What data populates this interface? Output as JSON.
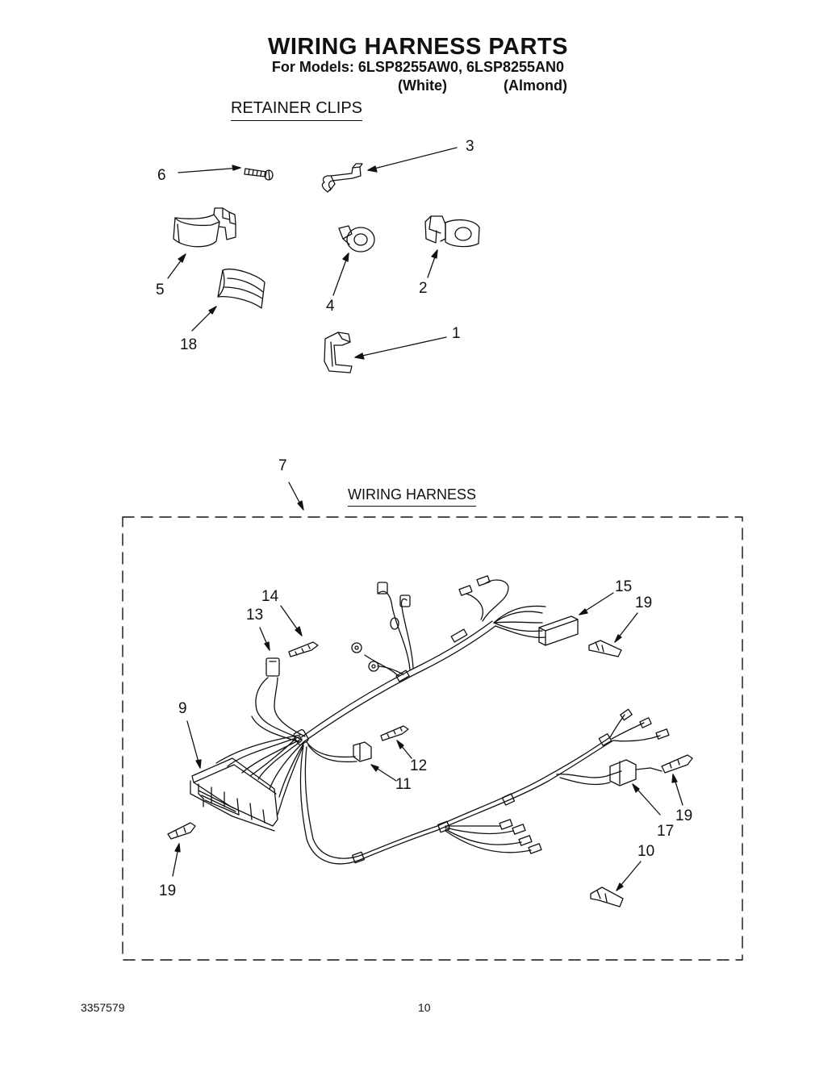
{
  "header": {
    "title": "WIRING HARNESS PARTS",
    "subtitle": "For Models: 6LSP8255AW0, 6LSP8255AN0",
    "variant_white": "(White)",
    "variant_almond": "(Almond)"
  },
  "sections": {
    "retainer_clips": "RETAINER CLIPS",
    "wiring_harness": "WIRING HARNESS"
  },
  "callouts": {
    "c1": "1",
    "c2": "2",
    "c3": "3",
    "c4": "4",
    "c5": "5",
    "c6": "6",
    "c18": "18",
    "c7": "7",
    "c9": "9",
    "c10": "10",
    "c11": "11",
    "c12": "12",
    "c13": "13",
    "c14": "14",
    "c15": "15",
    "c17": "17",
    "c19a": "19",
    "c19b": "19",
    "c19c": "19"
  },
  "footer": {
    "doc_number": "3357579",
    "page_number": "10"
  }
}
